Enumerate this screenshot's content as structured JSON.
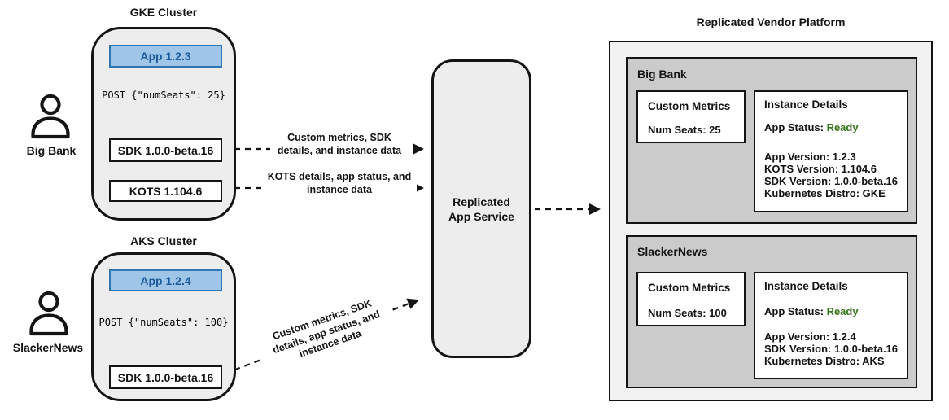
{
  "actors": {
    "big_bank": {
      "label": "Big Bank"
    },
    "slackernews": {
      "label": "SlackerNews"
    }
  },
  "clusters": {
    "gke": {
      "title": "GKE Cluster",
      "app_label": "App 1.2.3",
      "post_request": "POST {\"numSeats\": 25}",
      "sdk_label": "SDK 1.0.0-beta.16",
      "kots_label": "KOTS 1.104.6"
    },
    "aks": {
      "title": "AKS Cluster",
      "app_label": "App 1.2.4",
      "post_request": "POST {\"numSeats\": 100}",
      "sdk_label": "SDK 1.0.0-beta.16"
    }
  },
  "connectors": {
    "gke_sdk_to_service": {
      "lines": [
        "Custom metrics, SDK",
        "details, and instance data"
      ]
    },
    "gke_kots_to_service": {
      "lines": [
        "KOTS details, app status, and",
        "instance data"
      ]
    },
    "aks_sdk_to_service": {
      "lines": [
        "Custom metrics, SDK",
        "details, app status, and",
        "instance data"
      ]
    }
  },
  "service": {
    "lines": [
      "Replicated",
      "App Service"
    ]
  },
  "platform": {
    "title": "Replicated Vendor Platform",
    "customers": [
      {
        "name": "Big Bank",
        "metrics_title": "Custom Metrics",
        "metrics_value": "Num Seats: 25",
        "details_title": "Instance Details",
        "status_label": "App Status: ",
        "status_value": "Ready",
        "detail_lines": [
          "App Version: 1.2.3",
          "KOTS Version: 1.104.6",
          "SDK Version: 1.0.0-beta.16",
          "Kubernetes Distro: GKE"
        ]
      },
      {
        "name": "SlackerNews",
        "metrics_title": "Custom Metrics",
        "metrics_value": "Num Seats: 100",
        "details_title": "Instance Details",
        "status_label": "App Status: ",
        "status_value": "Ready",
        "detail_lines": [
          "App Version: 1.2.4",
          "SDK Version: 1.0.0-beta.16",
          "Kubernetes Distro: AKS"
        ]
      }
    ]
  },
  "colors": {
    "stroke": "#141414",
    "cluster_fill": "#ededed",
    "platform_fill": "#f2f2f2",
    "customer_fill": "#cbcbcb",
    "app_box_fill": "#9fc5e8",
    "app_box_border": "#2e75b6",
    "app_box_text": "#1f5b99",
    "status_ready_green": "#38761d"
  }
}
